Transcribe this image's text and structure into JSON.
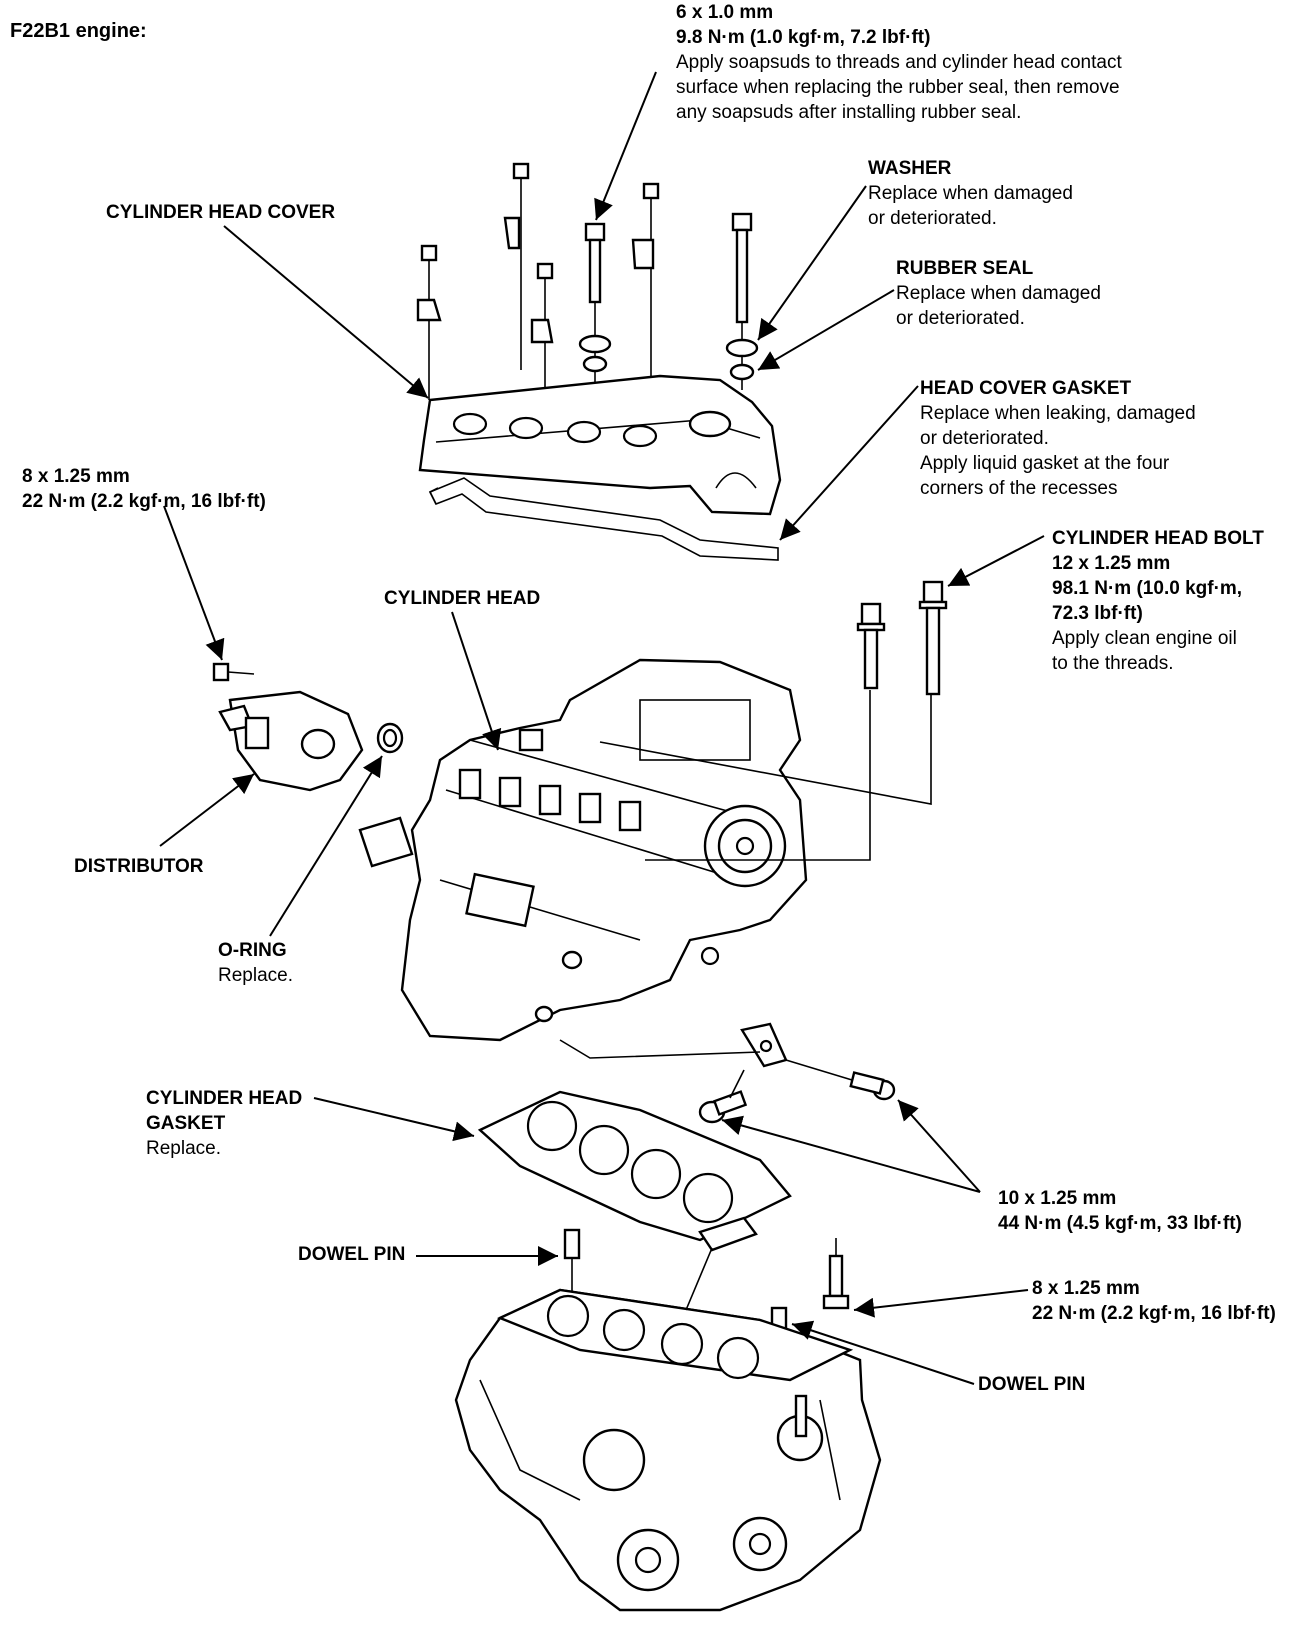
{
  "engine_title": "F22B1 engine:",
  "labels": {
    "cover_bolt": {
      "size": "6 x 1.0 mm",
      "torque": "9.8 N·m (1.0 kgf·m, 7.2 lbf·ft)",
      "notes": [
        "Apply soapsuds to threads and cylinder head contact",
        "surface when replacing the rubber seal, then remove",
        "any soapsuds after installing rubber seal."
      ]
    },
    "cylinder_head_cover": "CYLINDER HEAD COVER",
    "washer": {
      "name": "WASHER",
      "notes": [
        "Replace when damaged",
        "or deteriorated."
      ]
    },
    "rubber_seal": {
      "name": "RUBBER SEAL",
      "notes": [
        "Replace when damaged",
        "or deteriorated."
      ]
    },
    "head_cover_gasket": {
      "name": "HEAD COVER GASKET",
      "notes": [
        "Replace when leaking, damaged",
        "or deteriorated.",
        "Apply liquid gasket at the four",
        "corners of the recesses"
      ]
    },
    "distributor_bolt": {
      "size": "8 x 1.25 mm",
      "torque": "22 N·m (2.2 kgf·m, 16 lbf·ft)"
    },
    "cylinder_head_bolt": {
      "name": "CYLINDER HEAD BOLT",
      "spec": [
        "12 x 1.25 mm",
        "98.1 N·m (10.0 kgf·m,",
        "72.3 lbf·ft)"
      ],
      "notes": [
        "Apply clean engine oil",
        "to the threads."
      ]
    },
    "cylinder_head": "CYLINDER HEAD",
    "distributor": "DISTRIBUTOR",
    "o_ring": {
      "name": "O-RING",
      "note": "Replace."
    },
    "cylinder_head_gasket": {
      "name": [
        "CYLINDER HEAD",
        "GASKET"
      ],
      "note": "Replace."
    },
    "bracket_bolts": {
      "size": "10 x 1.25 mm",
      "torque": "44 N·m (4.5 kgf·m, 33 lbf·ft)"
    },
    "dowel_pin_left": "DOWEL PIN",
    "dowel_pin_right": "DOWEL PIN",
    "block_bolt": {
      "size": "8 x 1.25 mm",
      "torque": "22 N·m (2.2 kgf·m, 16 lbf·ft)"
    }
  }
}
